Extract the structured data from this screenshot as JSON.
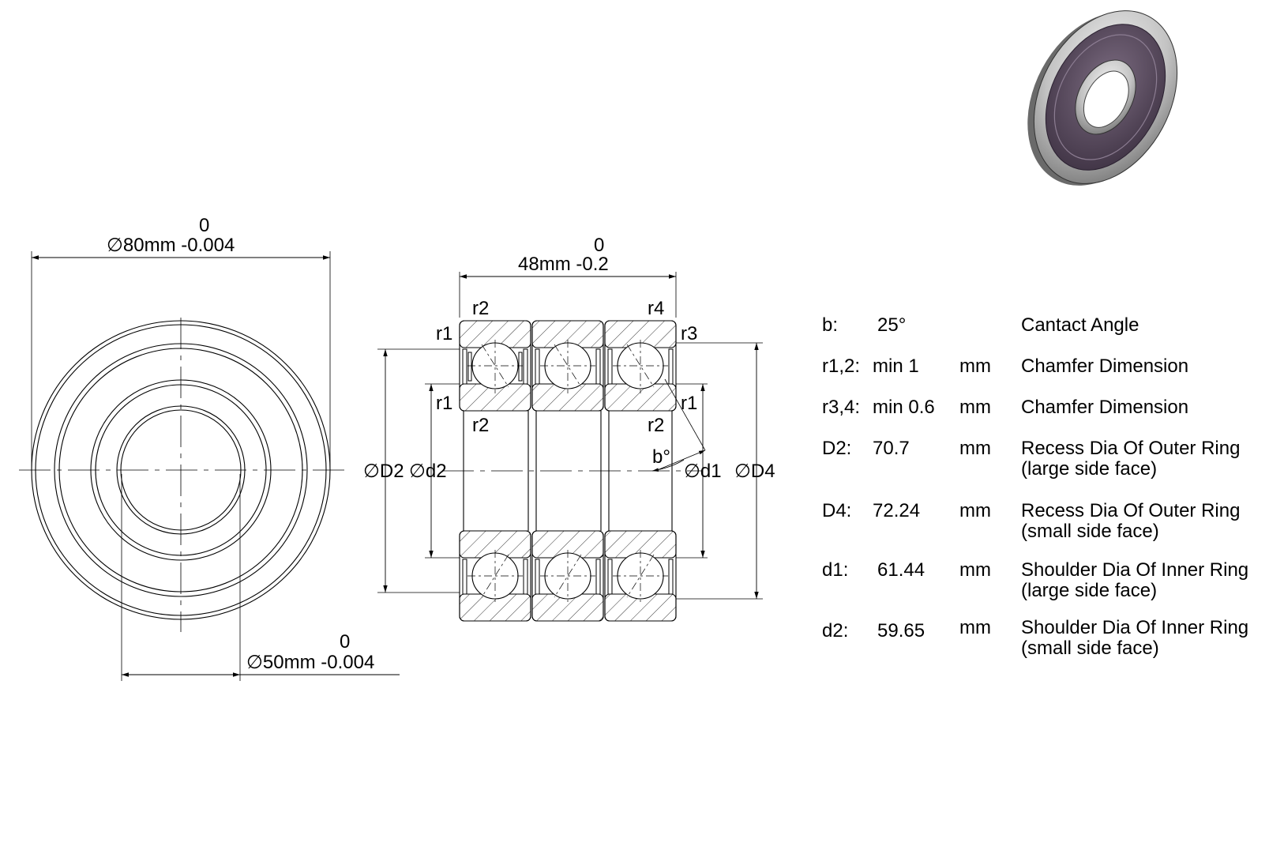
{
  "front_view": {
    "outer_dia_label": "∅80mm -0.004",
    "outer_dia_tol_upper": "0",
    "inner_dia_label": "∅50mm -0.004",
    "inner_dia_tol_upper": "0"
  },
  "section_view": {
    "width_label": "48mm -0.2",
    "width_tol_upper": "0",
    "labels": {
      "r1": "r1",
      "r2": "r2",
      "r3": "r3",
      "r4": "r4",
      "D2": "∅D2",
      "d2": "∅d2",
      "d1": "∅d1",
      "D4": "∅D4",
      "b": "b°"
    }
  },
  "specs": [
    {
      "symbol": "b:",
      "value": "25°",
      "unit": "",
      "desc": "Cantact Angle",
      "desc2": ""
    },
    {
      "symbol": "r1,2:",
      "value": "min 1",
      "unit": "mm",
      "desc": "Chamfer Dimension",
      "desc2": ""
    },
    {
      "symbol": "r3,4:",
      "value": "min 0.6",
      "unit": "mm",
      "desc": "Chamfer Dimension",
      "desc2": ""
    },
    {
      "symbol": "D2:",
      "value": "70.7",
      "unit": "mm",
      "desc": "Recess Dia Of Outer Ring",
      "desc2": "(large side face)"
    },
    {
      "symbol": "D4:",
      "value": "72.24",
      "unit": "mm",
      "desc": "Recess Dia Of Outer Ring",
      "desc2": "(small side face)"
    },
    {
      "symbol": "d1:",
      "value": "61.44",
      "unit": "mm",
      "desc": "Shoulder Dia Of Inner Ring",
      "desc2": "(large side face)"
    },
    {
      "symbol": "d2:",
      "value": "59.65",
      "unit": "mm",
      "desc": "Shoulder Dia Of Inner Ring",
      "desc2": "(small side face)"
    }
  ],
  "colors": {
    "line": "#000000",
    "bearing_shield": "#5a4a5e",
    "bearing_steel": "#c9c9c9"
  }
}
